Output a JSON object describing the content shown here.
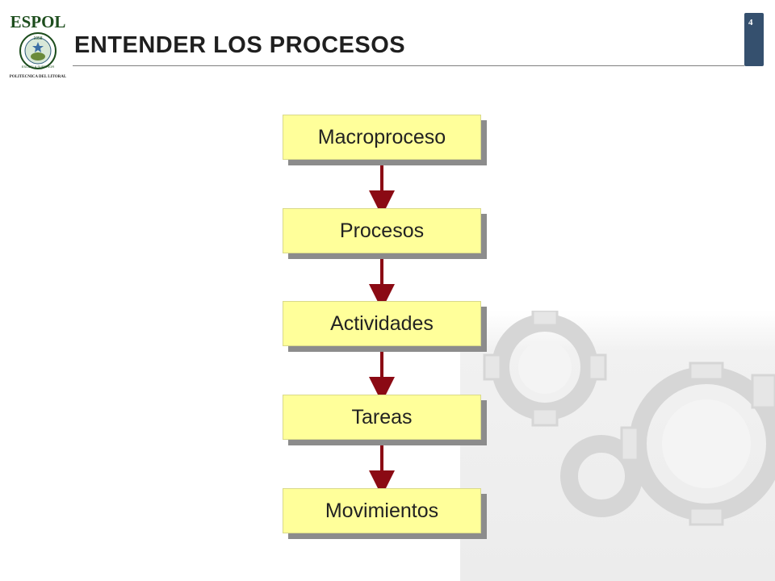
{
  "header": {
    "logo_text": "ESPOL",
    "logo_year": "1958",
    "logo_ribbon": "ESCUELA SUPERIOR",
    "logo_subtitle": "POLITECNICA DEL LITORAL",
    "title": "ENTENDER LOS PROCESOS",
    "page_number": "4"
  },
  "flow": {
    "nodes": [
      {
        "label": "Macroproceso"
      },
      {
        "label": "Procesos"
      },
      {
        "label": "Actividades"
      },
      {
        "label": "Tareas"
      },
      {
        "label": "Movimientos"
      }
    ]
  },
  "colors": {
    "box_fill": "#ffff9a",
    "box_shadow": "#8c8c8c",
    "arrow": "#8b0a14",
    "tab": "#35506e"
  }
}
